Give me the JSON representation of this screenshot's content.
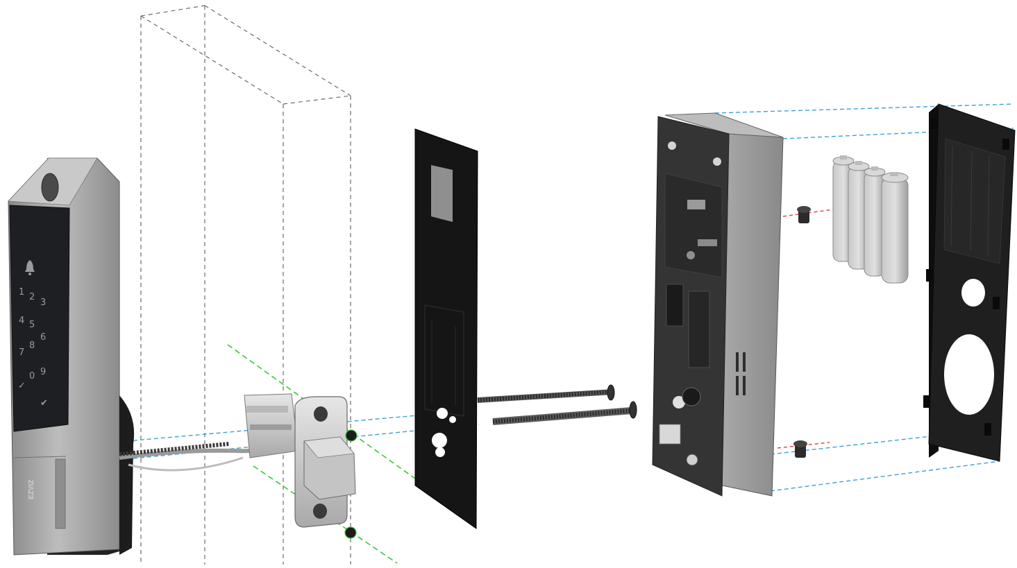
{
  "keypad": {
    "keys": [
      "1",
      "2",
      "3",
      "4",
      "5",
      "6",
      "7",
      "8",
      "9",
      "✓",
      "0",
      "✔"
    ],
    "bell_icon": "bell-icon"
  },
  "brand": {
    "logo_text": "EZVIZ"
  },
  "colors": {
    "guide_blue": "#3aa0d8",
    "guide_green": "#3cc43c",
    "guide_red": "#d84040",
    "door_outline": "#555555",
    "metal_light": "#cfcfcf",
    "metal_dark": "#7a7a7a",
    "plate_black": "#151515",
    "keypad_glass": "#1e1f22"
  },
  "components": [
    {
      "id": "front-lock-panel",
      "icon": "keypad-lock-icon"
    },
    {
      "id": "door-outline",
      "icon": "door-icon"
    },
    {
      "id": "latch-bolt",
      "icon": "latch-icon"
    },
    {
      "id": "mounting-plate",
      "icon": "plate-icon"
    },
    {
      "id": "screws",
      "icon": "screw-icon"
    },
    {
      "id": "rear-lock-body",
      "icon": "lock-body-icon"
    },
    {
      "id": "batteries",
      "icon": "battery-icon"
    },
    {
      "id": "battery-cover",
      "icon": "cover-icon"
    }
  ]
}
